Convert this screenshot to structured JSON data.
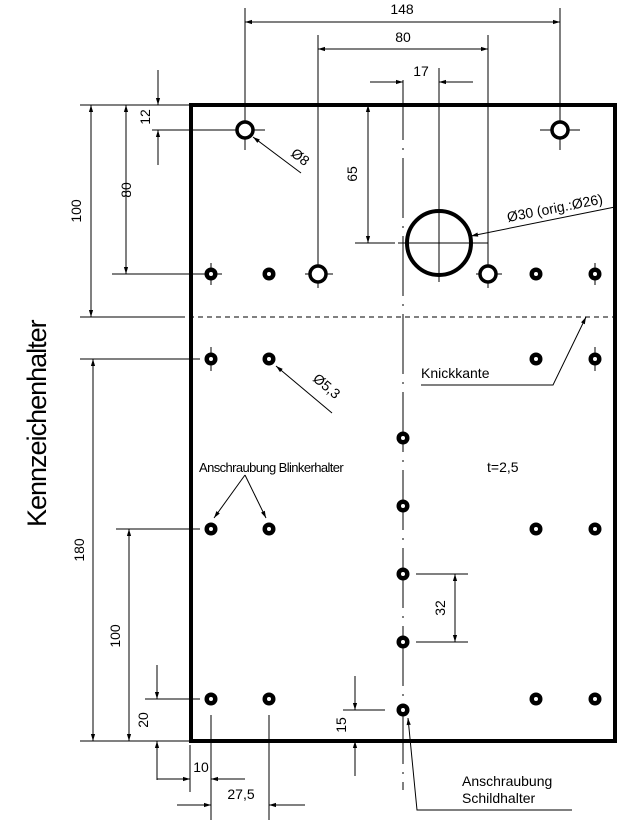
{
  "title": "Kennzeichenhalter",
  "thickness": "t=2,5",
  "dimensions": {
    "top_width_outer": "148",
    "top_width_inner": "80",
    "center_offset": "17",
    "hole_from_top": "12",
    "holes_row_from_top": "80",
    "bend_from_top": "100",
    "big_hole_from_top": "65",
    "lower_height": "180",
    "blinker_height": "100",
    "bottom_row": "20",
    "schild_bottom": "15",
    "schild_spacing": "32",
    "left_offset": "10",
    "hole_spacing": "27,5"
  },
  "annotations": {
    "hole_8": "Ø8",
    "hole_30": "Ø30 (orig.:Ø26)",
    "hole_5_3": "Ø5,3",
    "bend_edge": "Knickkante",
    "blinker_mount": "Anschraubung Blinkerhalter",
    "schild_mount_line1": "Anschraubung",
    "schild_mount_line2": "Schildhalter"
  }
}
